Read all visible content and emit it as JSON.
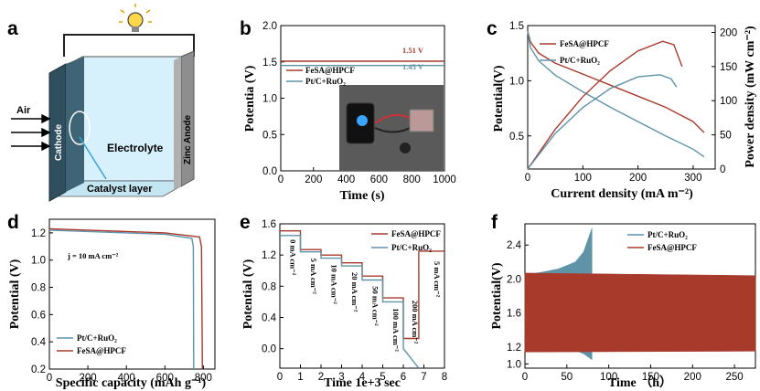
{
  "panels": {
    "a": "a",
    "b": "b",
    "c": "c",
    "d": "d",
    "e": "e",
    "f": "f"
  },
  "schematic": {
    "air": "Air",
    "cathode": "Cathode",
    "electrolyte": "Electrolyte",
    "anode": "Zinc Anode",
    "catalyst": "Catalyst layer"
  },
  "colors": {
    "red": "#a83a2c",
    "blue": "#5e93a8",
    "glass": "#d6f1fb",
    "cathode": "#2f4f5f",
    "anode": "#9a9a9a"
  },
  "chart_data": [
    {
      "id": "b",
      "type": "line",
      "xlabel": "Time (s)",
      "ylabel": "Potentia (V)",
      "xlim": [
        0,
        1000
      ],
      "ylim": [
        0.0,
        2.0
      ],
      "xticks": [
        "0",
        "200",
        "400",
        "600",
        "800",
        "1000"
      ],
      "yticks": [
        "0.0",
        "0.5",
        "1.0",
        "1.5",
        "2.0"
      ],
      "series": [
        {
          "name": "FeSA@HPCF",
          "color": "#a83a2c",
          "x": [
            0,
            1000
          ],
          "y": [
            1.51,
            1.51
          ]
        },
        {
          "name": "Pt/C+RuO₂",
          "color": "#5e93a8",
          "x": [
            0,
            1000
          ],
          "y": [
            1.45,
            1.45
          ]
        }
      ],
      "annotations": [
        "1.51 V",
        "1.45 V"
      ]
    },
    {
      "id": "c",
      "type": "line",
      "xlabel": "Current density (mA m⁻²)",
      "ylabel": "Potential(V)",
      "y2label": "Power density (mW cm⁻²)",
      "xlim": [
        0,
        340
      ],
      "ylim": [
        0.2,
        1.5
      ],
      "y2lim": [
        0,
        210
      ],
      "xticks": [
        "0",
        "100",
        "200",
        "300"
      ],
      "yticks": [
        "0.5",
        "1.0",
        "1.5"
      ],
      "y2ticks": [
        "0",
        "50",
        "100",
        "150",
        "200"
      ],
      "series": [
        {
          "name": "FeSA@HPCF",
          "color": "#a83a2c",
          "axis": "left",
          "x": [
            0,
            5,
            20,
            50,
            100,
            150,
            200,
            250,
            300,
            320
          ],
          "y": [
            1.45,
            1.35,
            1.25,
            1.16,
            1.06,
            0.96,
            0.86,
            0.76,
            0.63,
            0.53
          ]
        },
        {
          "name": "Pt/C+RuO₂",
          "color": "#5e93a8",
          "axis": "left",
          "x": [
            0,
            5,
            20,
            50,
            100,
            150,
            200,
            250,
            300,
            320
          ],
          "y": [
            1.45,
            1.3,
            1.18,
            1.05,
            0.9,
            0.76,
            0.63,
            0.5,
            0.38,
            0.31
          ]
        },
        {
          "name": "FeSA@HPCF power",
          "color": "#a83a2c",
          "axis": "right",
          "x": [
            0,
            50,
            100,
            150,
            200,
            245,
            265,
            280
          ],
          "y": [
            0,
            58,
            106,
            144,
            173,
            187,
            182,
            150
          ]
        },
        {
          "name": "Pt/C+RuO₂ power",
          "color": "#5e93a8",
          "axis": "right",
          "x": [
            0,
            50,
            100,
            150,
            200,
            240,
            260,
            270
          ],
          "y": [
            0,
            52,
            90,
            118,
            135,
            138,
            132,
            120
          ]
        }
      ]
    },
    {
      "id": "d",
      "type": "line",
      "xlabel": "Specific capacity (mAh g⁻¹)",
      "ylabel": "Potential (V)",
      "xlim": [
        0,
        860
      ],
      "ylim": [
        0.2,
        1.3
      ],
      "xticks": [
        "0",
        "200",
        "400",
        "600",
        "800"
      ],
      "yticks": [
        "0.2",
        "0.4",
        "0.6",
        "0.8",
        "1.0",
        "1.2"
      ],
      "annotation": "j = 10 mA cm⁻²",
      "series": [
        {
          "name": "Pt/C+RuO₂",
          "color": "#5e93a8",
          "x": [
            0,
            200,
            400,
            600,
            740,
            748,
            750
          ],
          "y": [
            1.22,
            1.21,
            1.2,
            1.19,
            1.16,
            1.1,
            0.2
          ]
        },
        {
          "name": "FeSA@HPCF",
          "color": "#a83a2c",
          "x": [
            0,
            200,
            400,
            600,
            780,
            790,
            795
          ],
          "y": [
            1.23,
            1.22,
            1.21,
            1.2,
            1.17,
            1.1,
            0.2
          ]
        }
      ]
    },
    {
      "id": "e",
      "type": "line",
      "xlabel": "Time 1e+3 sec",
      "ylabel": "Potential (V)",
      "xlim": [
        0,
        8
      ],
      "ylim": [
        -0.25,
        1.6
      ],
      "xticks": [
        "0",
        "1",
        "2",
        "3",
        "4",
        "5",
        "6",
        "7",
        "8"
      ],
      "yticks": [
        "0.0",
        "0.4",
        "0.8",
        "1.2",
        "1.6"
      ],
      "step_labels": [
        "0 mA cm⁻²",
        "5 mA cm⁻²",
        "10 mA cm⁻²",
        "20 mA cm⁻²",
        "50 mA cm⁻²",
        "100 mA cm⁻²",
        "200 mA cm⁻²",
        "5 mA cm⁻²"
      ],
      "series": [
        {
          "name": "FeSA@HPCF",
          "color": "#a83a2c",
          "x": [
            0,
            1,
            1,
            2,
            2,
            3,
            3,
            4,
            4,
            5,
            5,
            6,
            6,
            6.75,
            6.75,
            8
          ],
          "y": [
            1.51,
            1.51,
            1.27,
            1.27,
            1.2,
            1.2,
            1.1,
            1.1,
            0.93,
            0.93,
            0.65,
            0.65,
            0.13,
            0.13,
            1.25,
            1.25
          ]
        },
        {
          "name": "Pt/C+RuO₂",
          "color": "#5e93a8",
          "x": [
            0,
            1,
            1,
            2,
            2,
            3,
            3,
            4,
            4,
            5,
            5,
            6,
            6,
            6.75
          ],
          "y": [
            1.45,
            1.45,
            1.24,
            1.24,
            1.16,
            1.16,
            1.06,
            1.06,
            0.88,
            0.88,
            0.6,
            0.6,
            0.0,
            -0.25
          ]
        }
      ]
    },
    {
      "id": "f",
      "type": "line",
      "xlabel": "Time （h）",
      "ylabel": "Potential(V)",
      "xlim": [
        0,
        275
      ],
      "ylim": [
        0.95,
        2.65
      ],
      "xticks": [
        "0",
        "50",
        "100",
        "150",
        "200",
        "250"
      ],
      "yticks": [
        "1.2",
        "1.6",
        "2.0",
        "2.4"
      ],
      "series": [
        {
          "name": "Pt/C+RuO₂",
          "color": "#5e93a8",
          "x": [
            0,
            20,
            40,
            60,
            70,
            80
          ],
          "y_upper": [
            2.05,
            2.08,
            2.12,
            2.2,
            2.32,
            2.6
          ],
          "y_lower": [
            1.14,
            1.16,
            1.18,
            1.16,
            1.12,
            1.05
          ]
        },
        {
          "name": "FeSA@HPCF",
          "color": "#a83a2c",
          "x": [
            0,
            275
          ],
          "y_upper": [
            2.07,
            2.04
          ],
          "y_lower": [
            1.14,
            1.15
          ]
        }
      ],
      "yticks_extra": [
        "1.0"
      ]
    }
  ]
}
